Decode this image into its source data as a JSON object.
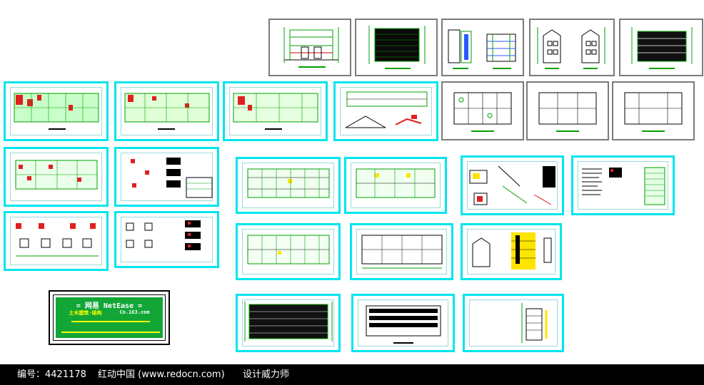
{
  "stamp": {
    "line1": "= 网易 NetEase =",
    "line2_a": "土木建筑·结构",
    "line2_b": "Co.163.com"
  },
  "footer": {
    "id_label": "编号：4421178",
    "site_label": "红动中国 (www.redocn.com)",
    "role_label": "设计威力师"
  },
  "colors": {
    "sheet_border_cyan": "#00e5ee",
    "sheet_border_gray": "#7a7a7a",
    "drawing_green": "#00a000",
    "stamp_green": "#12a636",
    "footer_bg": "#000000"
  }
}
